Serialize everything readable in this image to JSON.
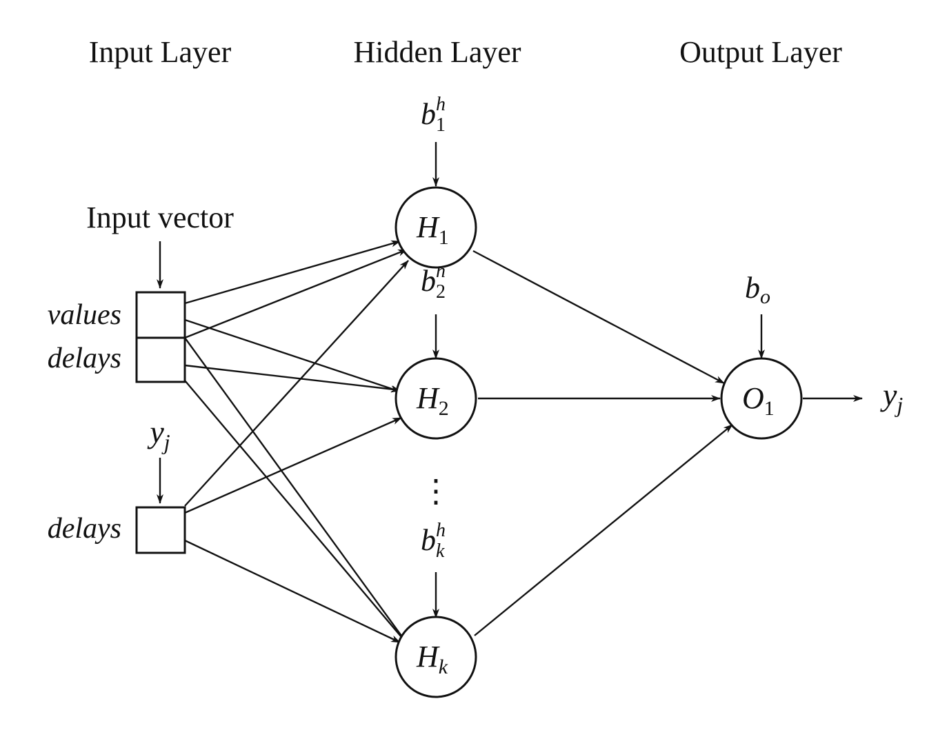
{
  "layers": {
    "input": "Input Layer",
    "hidden": "Hidden Layer",
    "output": "Output Layer"
  },
  "input_vector_label": "Input vector",
  "input_boxes": {
    "values": "values",
    "delays_top": "delays",
    "delays_bottom": "delays"
  },
  "feedback": {
    "base": "y",
    "sub": "j"
  },
  "output_signal": {
    "base": "y",
    "sub": "j"
  },
  "hidden_nodes": [
    {
      "base": "H",
      "sub": "1"
    },
    {
      "base": "H",
      "sub": "2"
    },
    {
      "base": "H",
      "sub": "k"
    }
  ],
  "hidden_biases": [
    {
      "base": "b",
      "sup": "h",
      "sub": "1"
    },
    {
      "base": "b",
      "sup": "h",
      "sub": "2"
    },
    {
      "base": "b",
      "sup": "h",
      "sub": "k"
    }
  ],
  "ellipsis": "⋮",
  "output_node": {
    "base": "O",
    "sub": "1"
  },
  "output_bias": {
    "base": "b",
    "sub": "o"
  }
}
